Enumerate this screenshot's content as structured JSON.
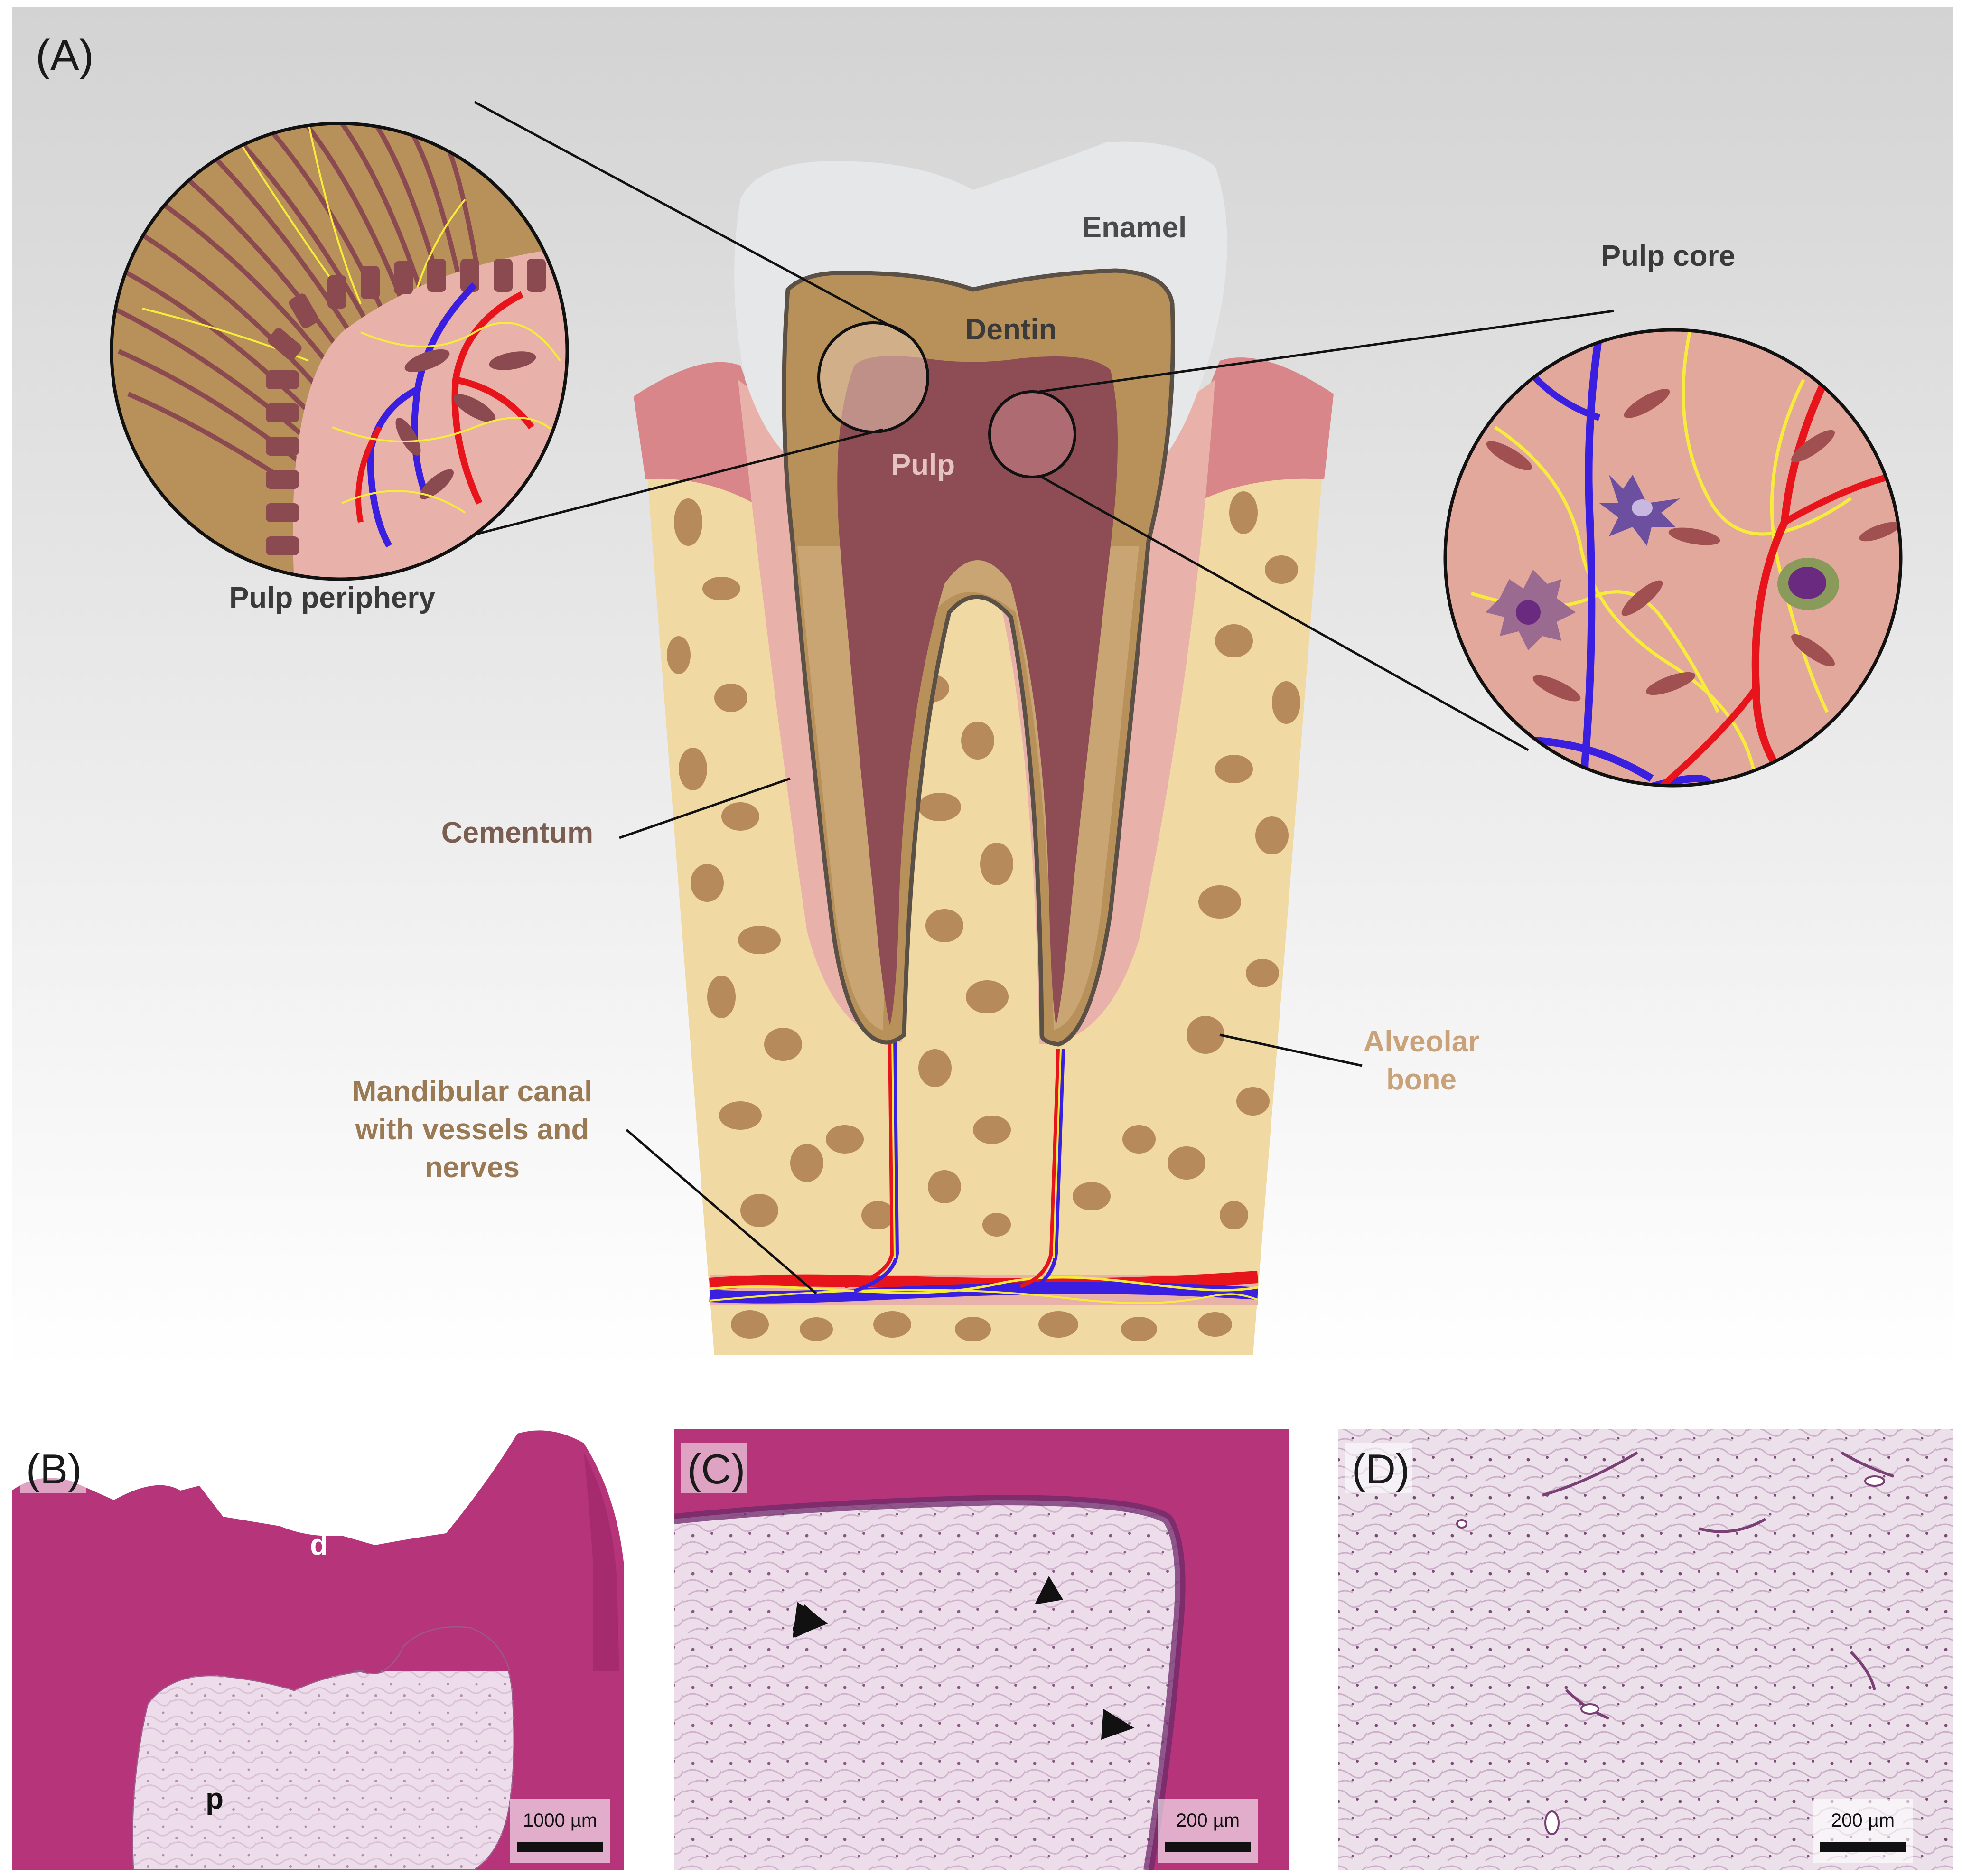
{
  "panel_a": {
    "panel_label": "(A)",
    "labels": {
      "enamel": "Enamel",
      "dentin": "Dentin",
      "pulp": "Pulp",
      "pulp_core": "Pulp core",
      "pulp_periphery": "Pulp periphery",
      "cementum": "Cementum",
      "alveolar_bone_line1": "Alveolar",
      "alveolar_bone_line2": "bone",
      "mandibular_line1": "Mandibular canal",
      "mandibular_line2": "with vessels and",
      "mandibular_line3": "nerves"
    }
  },
  "panel_b": {
    "panel_label": "(B)",
    "dentin_letter": "d",
    "pulp_letter": "p",
    "scale_bar": "1000 µm"
  },
  "panel_c": {
    "panel_label": "(C)",
    "scale_bar": "200 µm"
  },
  "panel_d": {
    "panel_label": "(D)",
    "scale_bar": "200 µm"
  },
  "colors": {
    "enamel": "#e6e7e8",
    "dentin": "#b8905a",
    "pulp": "#8e4d55",
    "gingiva": "#d9868a",
    "periodontal": "#e8b1aa",
    "bone": "#f0d9a2",
    "bone_spots": "#b78a5c",
    "artery": "#e8141c",
    "vein": "#3b1fe0",
    "nerve": "#f7ec3c",
    "histology_dentin": "#b5347a",
    "histology_pulp": "#eddcea",
    "label_dark": "#3a3a3a",
    "label_brown": "#8a6a55",
    "label_tan": "#c9a27a"
  }
}
